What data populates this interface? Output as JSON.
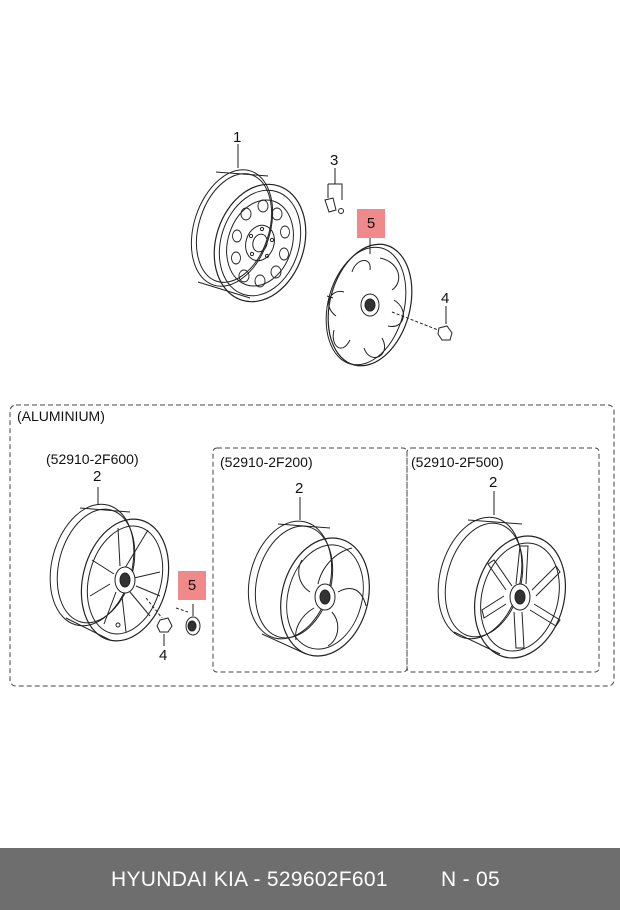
{
  "callouts": {
    "c1": "1",
    "c3": "3",
    "c5a": "5",
    "c4a": "4",
    "c2a": "2",
    "c5b": "5",
    "c4b": "4",
    "c2b": "2",
    "c2c": "2"
  },
  "group_label": "(ALUMINIUM)",
  "variants": [
    "(52910-2F600)",
    "(52910-2F200)",
    "(52910-2F500)"
  ],
  "highlight_color": "#f08a8a",
  "footer": {
    "part_text": "HYUNDAI  KIA - 529602F601",
    "page_text": "N - 05",
    "bg_color": "#6e6e6e"
  }
}
